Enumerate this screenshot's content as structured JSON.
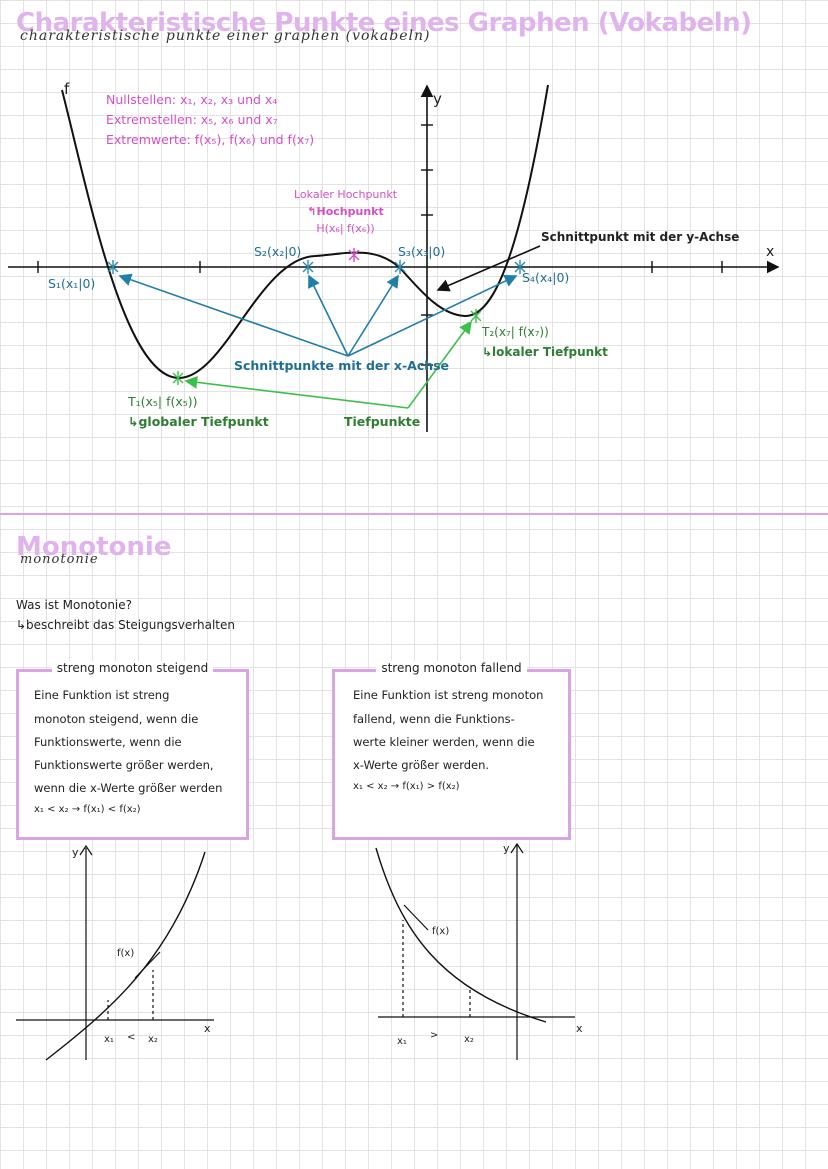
{
  "header": {
    "title": "Charakteristische Punkte eines Graphen (Vokabeln)",
    "subtitle": "charakteristische punkte einer graphen (vokabeln)"
  },
  "graph": {
    "f_label": "f",
    "y_label": "y",
    "x_label": "x",
    "legend_lines": [
      "Nullstellen: x₁, x₂, x₃ und x₄",
      "Extremstellen: x₅, x₆ und x₇",
      "Extremwerte: f(x₅), f(x₆) und f(x₇)"
    ],
    "hochpunkt": {
      "line1": "Lokaler Hochpunkt",
      "line2": "↰Hochpunkt",
      "line3": "H(x₆| f(x₆))"
    },
    "s1": "S₁(x₁|0)",
    "s2": "S₂(x₂|0)",
    "s3": "S₃(x₃|0)",
    "s4": "S₄(x₄|0)",
    "schnitt_y": "Schnittpunkt mit der y-Achse",
    "schnitt_x": "Schnittpunkte mit der x-Achse",
    "t2_line1": "T₂(x₇| f(x₇))",
    "t2_line2": "↳lokaler Tiefpunkt",
    "t1_line1": "T₁(x₅| f(x₅))",
    "t1_line2": "↳globaler Tiefpunkt",
    "tiefpunkte": "Tiefpunkte"
  },
  "monotonie": {
    "title": "Monotonie",
    "subtitle": "monotonie",
    "question": "Was ist Monotonie?",
    "answer": "↳beschreibt das Steigungsverhalten"
  },
  "box_left": {
    "heading": "streng monoton steigend",
    "lines": [
      "Eine Funktion ist streng",
      "monoton steigend, wenn die",
      "Funktionswerte, wenn die",
      "Funktionswerte größer werden,",
      "wenn die x-Werte größer werden",
      "x₁ < x₂ → f(x₁) < f(x₂)"
    ]
  },
  "box_right": {
    "heading": "streng monoton fallend",
    "lines": [
      "Eine Funktion ist streng monoton",
      "fallend, wenn die Funktions-",
      "werte kleiner werden, wenn die",
      "x-Werte größer werden.",
      "x₁ < x₂ → f(x₁) > f(x₂)"
    ]
  },
  "mini_left": {
    "y": "y",
    "x": "x",
    "fx": "f(x)",
    "x1": "x₁",
    "lt": "<",
    "x2": "x₂"
  },
  "mini_right": {
    "y": "y",
    "x": "x",
    "fx": "f(x)",
    "x1": "x₁",
    "gt": ">",
    "x2": "x₂"
  },
  "colors": {
    "pink_heading": "#e1b3ec",
    "box_border": "#d9a4e5",
    "blue_arrows": "#1f7fa8",
    "green_arrows": "#3cc04a",
    "hochpunkt_pink": "#d44fc6"
  }
}
